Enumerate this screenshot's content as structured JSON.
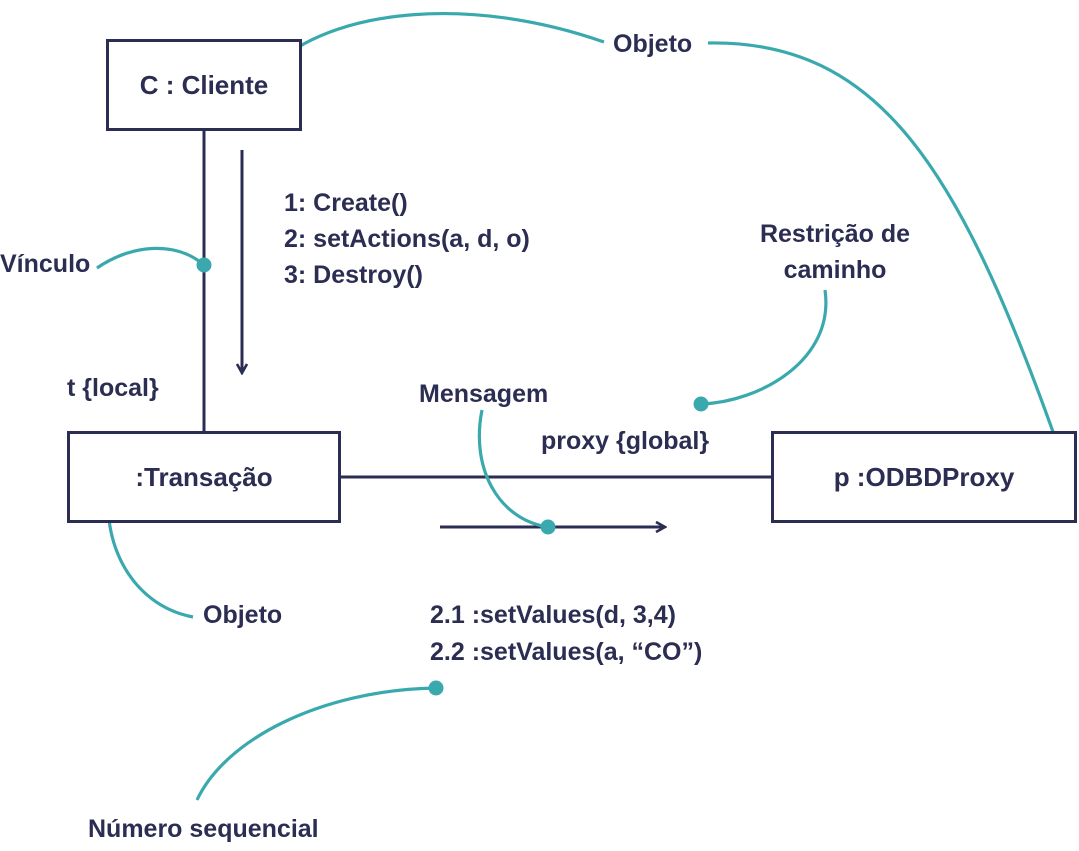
{
  "objects": {
    "cliente": "C : Cliente",
    "transacao": ":Transação",
    "proxy": "p :ODBDProxy"
  },
  "messages_top": [
    "1: Create()",
    "2: setActions(a, d, o)",
    "3: Destroy()"
  ],
  "messages_bottom": [
    "2.1 :setValues(d, 3,4)",
    "2.2 :setValues(a, “CO”)"
  ],
  "constraints": {
    "local": "t {local}",
    "global": "proxy {global}"
  },
  "callouts": {
    "objeto_top": "Objeto",
    "vinculo": "Vínculo",
    "restricao": [
      "Restrição de",
      "caminho"
    ],
    "mensagem": "Mensagem",
    "objeto_bottom": "Objeto",
    "numero": "Número sequencial"
  },
  "colors": {
    "stroke": "#2b2d52",
    "accent": "#3aa9ae"
  }
}
